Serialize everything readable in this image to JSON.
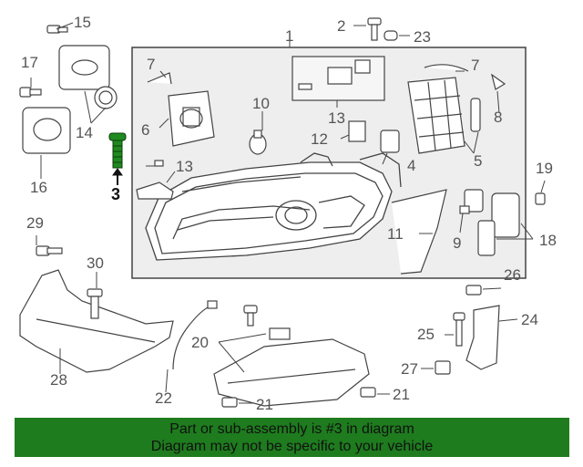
{
  "callouts": {
    "c1": "1",
    "c2": "2",
    "c3": "3",
    "c4": "4",
    "c5": "5",
    "c6": "6",
    "c7a": "7",
    "c7b": "7",
    "c8": "8",
    "c9": "9",
    "c10": "10",
    "c11": "11",
    "c12": "12",
    "c13a": "13",
    "c13b": "13",
    "c14": "14",
    "c15": "15",
    "c16": "16",
    "c17": "17",
    "c18": "18",
    "c19": "19",
    "c20": "20",
    "c21a": "21",
    "c21b": "21",
    "c22": "22",
    "c23": "23",
    "c24": "24",
    "c25": "25",
    "c26": "26",
    "c27": "27",
    "c28": "28",
    "c29": "29",
    "c30": "30"
  },
  "banner": {
    "line1": "Part or sub-assembly is #3 in diagram",
    "line2": "Diagram may not be specific to your vehicle"
  },
  "colors": {
    "banner_bg": "#1e7c1e",
    "highlight_part": "#1f8a1f",
    "line_art": "#444444",
    "panel_bg": "#eeeeee"
  },
  "highlighted_part": "3"
}
